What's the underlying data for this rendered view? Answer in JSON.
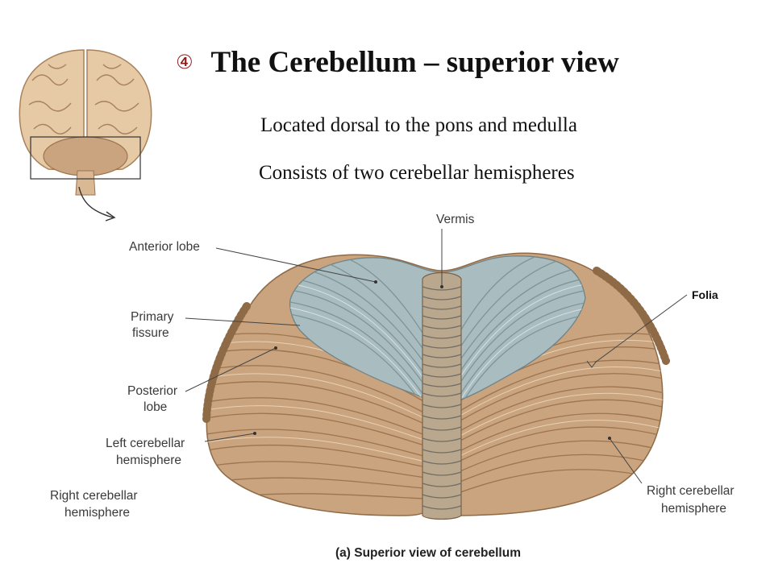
{
  "slide": {
    "bullet": "④",
    "title": "The Cerebellum – superior view",
    "bullets": [
      "Located dorsal to the pons and medulla",
      "Consists of two cerebellar hemispheres"
    ]
  },
  "figure": {
    "labels": {
      "vermis": "Vermis",
      "anterior_lobe": "Anterior lobe",
      "primary_fissure": [
        "Primary",
        "fissure"
      ],
      "posterior_lobe": [
        "Posterior",
        "lobe"
      ],
      "left_hemisphere": [
        "Left cerebellar",
        "hemisphere"
      ],
      "right_hemisphere_left_label": [
        "Right cerebellar",
        "hemisphere"
      ],
      "right_hemisphere": [
        "Right cerebellar",
        "hemisphere"
      ],
      "folia": "Folia"
    },
    "caption": "(a) Superior view of cerebellum"
  },
  "colors": {
    "tan": "#c9a47e",
    "tan_dark": "#9c7450",
    "blue": "#a9bcc0",
    "blue_dark": "#7f9498",
    "brain": "#e6c9a5",
    "brain_line": "#a8825c"
  }
}
